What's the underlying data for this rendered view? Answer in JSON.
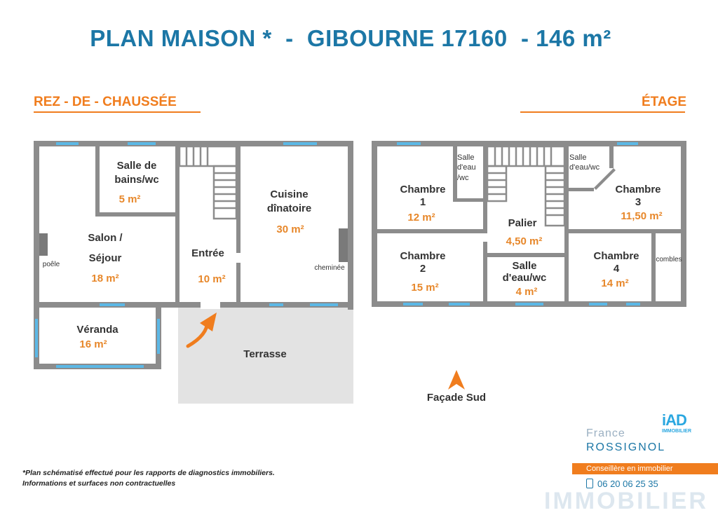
{
  "title": "PLAN MAISON *  -  GIBOURNE 17160  - 146 m²",
  "sections": {
    "ground": "REZ - DE - CHAUSSÉE",
    "upper": "ÉTAGE"
  },
  "ground_floor": {
    "salle_de_bains": {
      "name_line1": "Salle de",
      "name_line2": "bains/wc",
      "area": "5 m²"
    },
    "salon": {
      "name_line1": "Salon /",
      "name_line2": "Séjour",
      "area": "18 m²"
    },
    "entree": {
      "name": "Entrée",
      "area": "10 m²"
    },
    "cuisine": {
      "name_line1": "Cuisine",
      "name_line2": "dînatoire",
      "area": "30 m²"
    },
    "veranda": {
      "name": "Véranda",
      "area": "16 m²"
    },
    "terrasse": {
      "name": "Terrasse"
    },
    "poele": "poêle",
    "cheminee": "cheminée"
  },
  "upper_floor": {
    "chambre1": {
      "name_line1": "Chambre",
      "name_line2": "1",
      "area": "12 m²"
    },
    "salle_eau_1": {
      "line1": "Salle",
      "line2": "d'eau",
      "line3": "/wc"
    },
    "palier": {
      "name": "Palier",
      "area": "4,50 m²"
    },
    "salle_eau_2": {
      "line1": "Salle",
      "line2": "d'eau/wc"
    },
    "chambre3": {
      "name_line1": "Chambre",
      "name_line2": "3",
      "area": "11,50 m²"
    },
    "chambre2": {
      "name_line1": "Chambre",
      "name_line2": "2",
      "area": "15 m²"
    },
    "salle_eau_3": {
      "line1": "Salle",
      "line2": "d'eau/wc",
      "area": "4 m²"
    },
    "chambre4": {
      "name_line1": "Chambre",
      "name_line2": "4",
      "area": "14 m²"
    },
    "combles": "combles"
  },
  "facade": "Façade Sud",
  "disclaimer": {
    "line1": "*Plan schématisé effectué pour les rapports de diagnostics immobiliers.",
    "line2": "Informations et surfaces non contractuelles"
  },
  "agent": {
    "brand_line1": "France",
    "brand_line2": "ROSSIGNOL",
    "logo": "iAD",
    "logo_sub": "IMMOBILIER",
    "role": "Conseillère en immobilier",
    "phone": "06 20 06 25 35",
    "watermark": "IMMOBILIER"
  },
  "colors": {
    "title": "#1c77a6",
    "accent": "#f07d1e",
    "wall": "#8c8c8c",
    "window": "#5bb8e6",
    "terrace": "#e3e3e3"
  }
}
